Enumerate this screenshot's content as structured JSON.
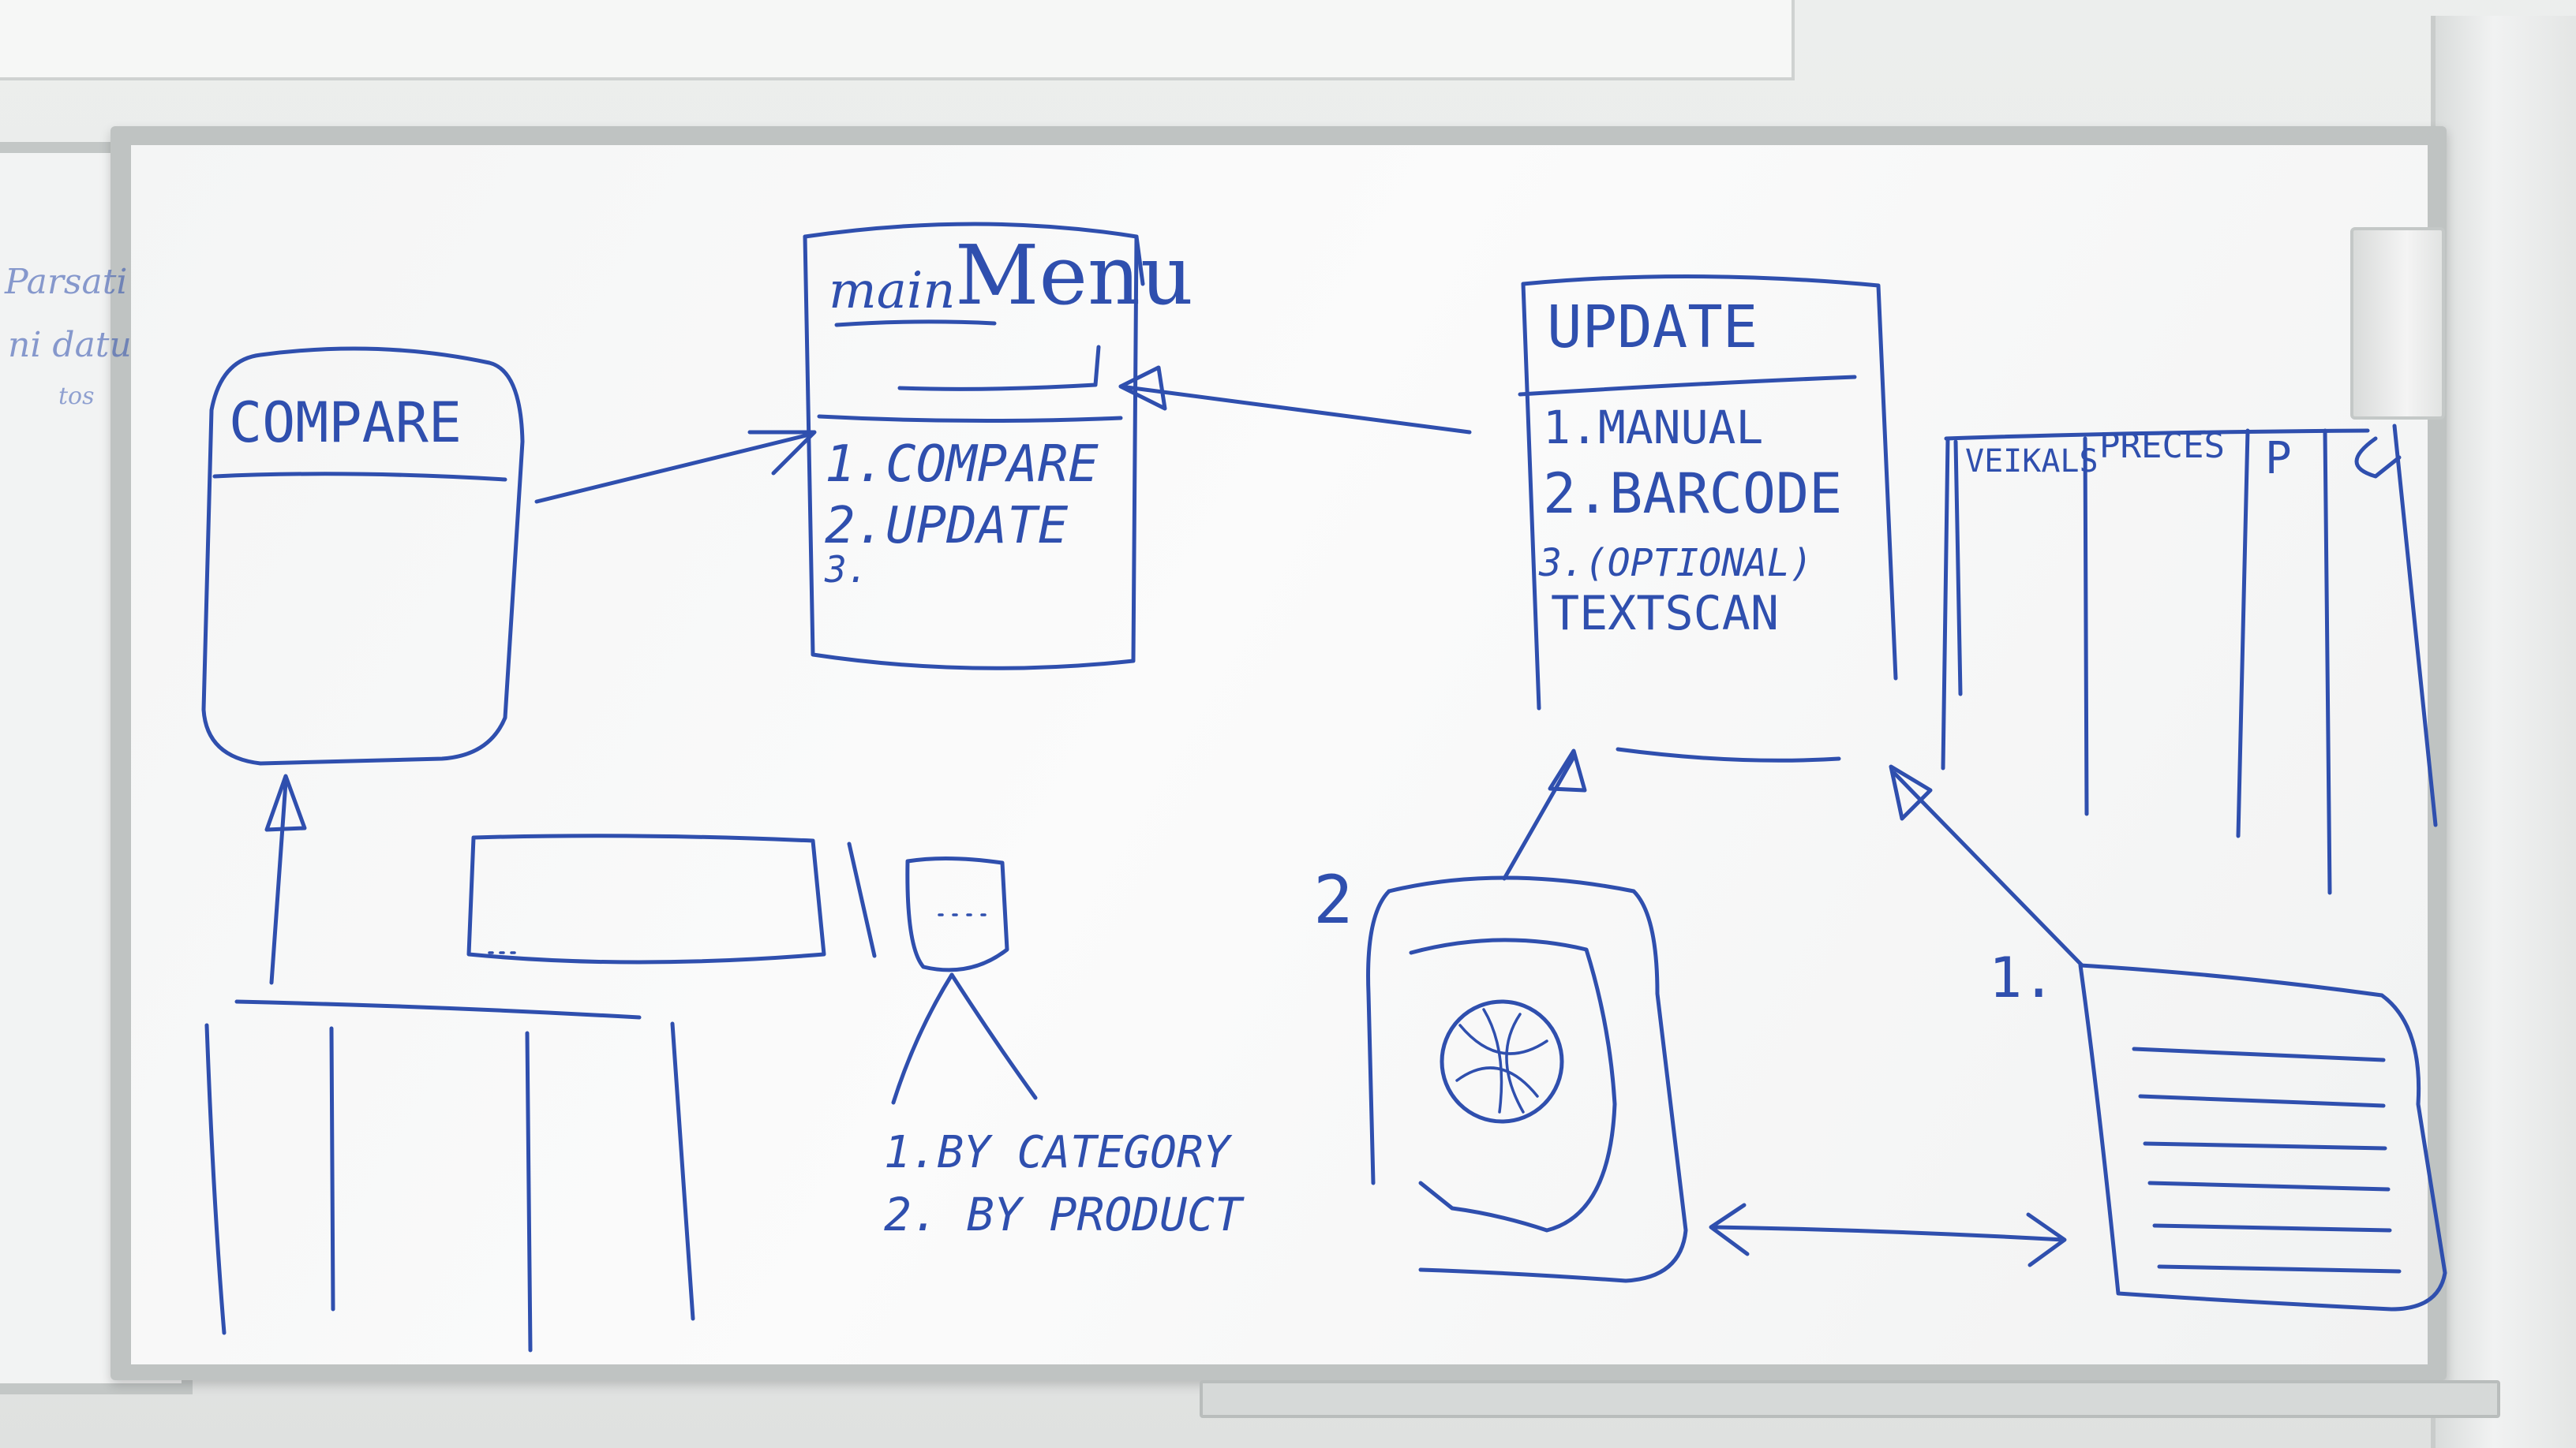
{
  "ink_color": "#2f4fae",
  "whiteboard": {
    "main_menu": {
      "title_prefix": "main",
      "title_main": "Menu",
      "items": [
        "1.COMPARE",
        "2.UPDATE",
        "3."
      ]
    },
    "compare_box": {
      "title": "COMPARE"
    },
    "update_box": {
      "title": "UPDATE",
      "items": [
        "1.MANUAL",
        "2.BARCODE",
        "3.(OPTIONAL)",
        "TEXTSCAN"
      ]
    },
    "category_options": [
      "1.BY CATEGORY",
      "2. BY PRODUCT"
    ],
    "labels": {
      "scan_number": "2",
      "list_number": "1."
    },
    "table_headers": [
      "VEIKALS",
      "PRECES",
      "P"
    ],
    "side_board_text": [
      "Parsati",
      "ni datu",
      "tos"
    ]
  }
}
